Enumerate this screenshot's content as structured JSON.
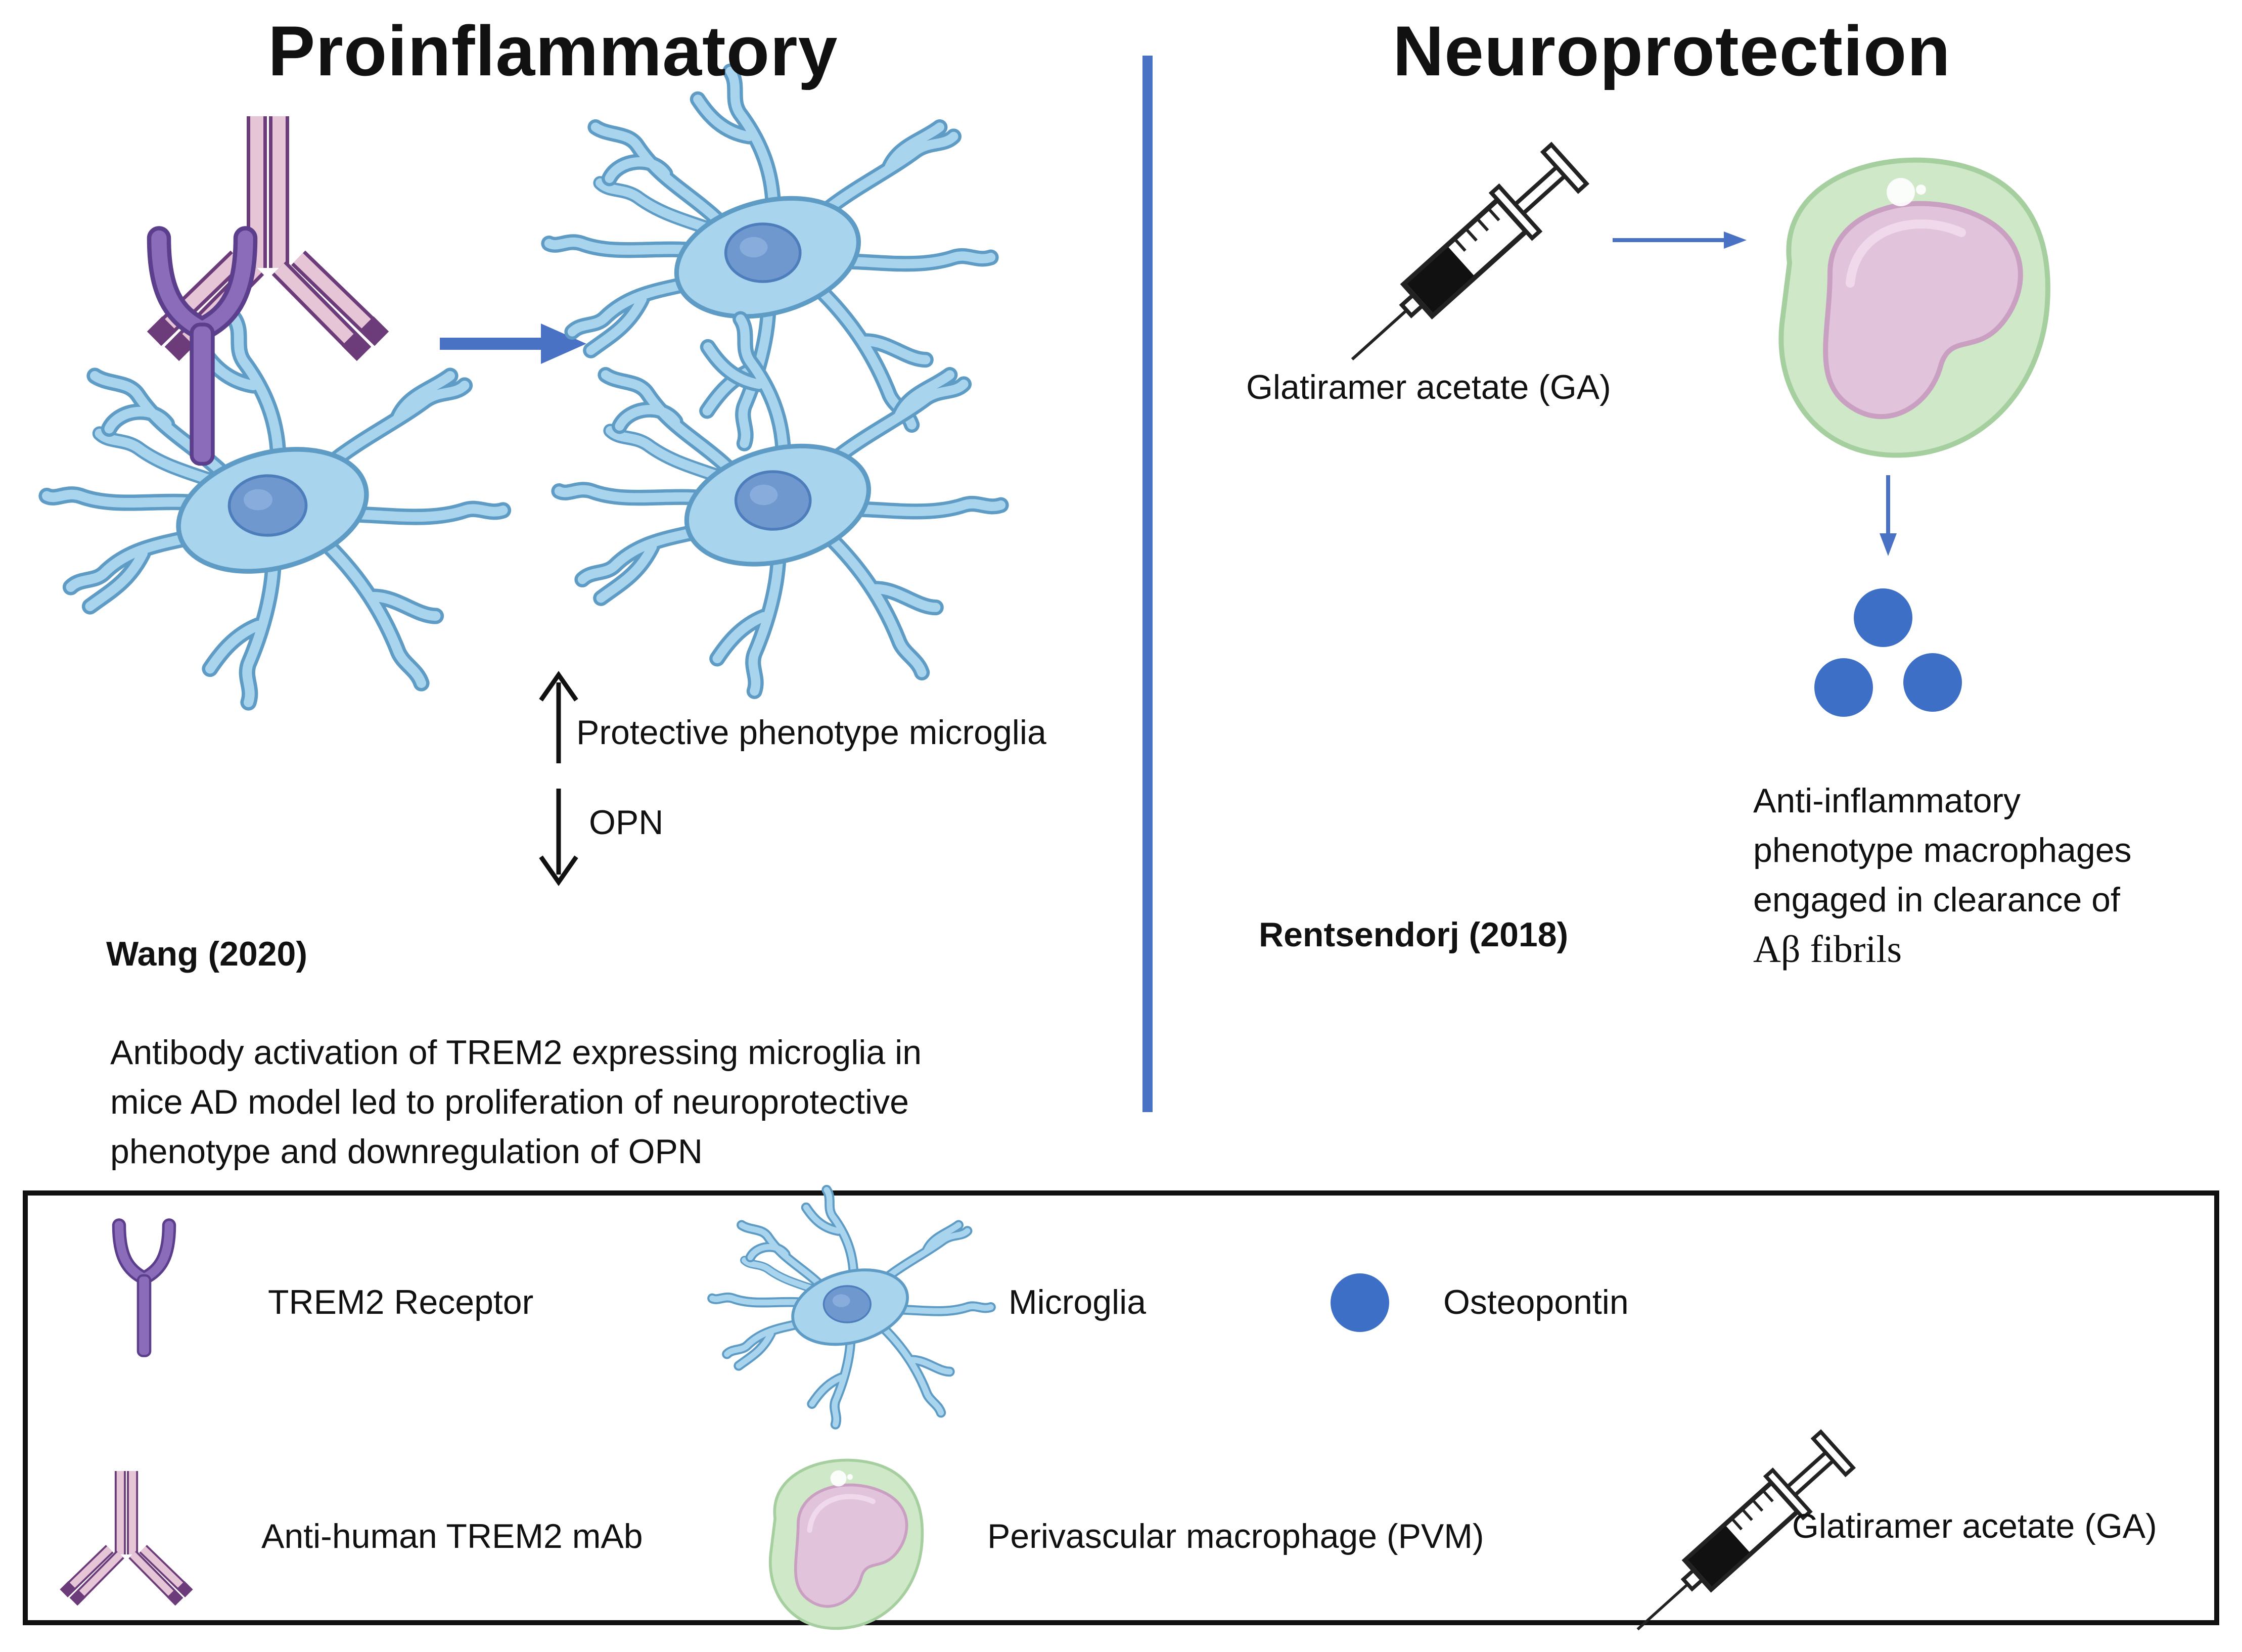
{
  "headings": {
    "left": "Proinflammatory",
    "right": "Neuroprotection"
  },
  "left_panel": {
    "up_label": "Protective phenotype microglia",
    "down_label": "OPN",
    "citation": "Wang (2020)",
    "description_lines": [
      "Antibody activation of TREM2 expressing microglia in",
      "mice AD model led to proliferation of neuroprotective",
      "phenotype and downregulation of OPN"
    ]
  },
  "right_panel": {
    "syringe_label": "Glatiramer acetate (GA)",
    "citation": "Rentsendorj (2018)",
    "outcome_lines": [
      "Anti-inflammatory",
      "phenotype macrophages",
      "engaged in clearance of",
      "Aβ fibrils"
    ]
  },
  "legend": {
    "items": [
      {
        "icon": "trem2-receptor-icon",
        "label": "TREM2 Receptor"
      },
      {
        "icon": "microglia-icon",
        "label": "Microglia"
      },
      {
        "icon": "osteopontin-icon",
        "label": "Osteopontin"
      },
      {
        "icon": "antibody-icon",
        "label": "Anti-human TREM2 mAb"
      },
      {
        "icon": "macrophage-icon",
        "label": "Perivascular macrophage (PVM)"
      },
      {
        "icon": "syringe-icon",
        "label": "Glatiramer acetate (GA)"
      }
    ]
  },
  "colors": {
    "divider": "#4a72c4",
    "arrow": "#4a72c4",
    "microglia_fill": "#a9d4ee",
    "microglia_stroke": "#5e9cc6",
    "nucleus": "#6f98cf",
    "receptor": "#7a5ea8",
    "antibody": "#d9b4c8",
    "antibody_dark": "#6c3b7a",
    "macrophage_outer": "#cfe8c7",
    "macrophage_inner": "#e2c3dc",
    "osteopontin": "#3e6fc7"
  }
}
